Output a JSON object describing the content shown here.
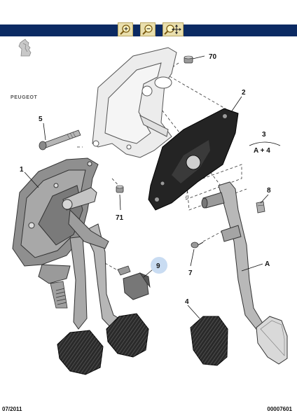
{
  "toolbar": {
    "buttons": [
      {
        "name": "zoom-in",
        "icon": "zoom-in-icon"
      },
      {
        "name": "zoom-out",
        "icon": "zoom-out-icon"
      },
      {
        "name": "pan",
        "icon": "pan-zoom-icon"
      }
    ],
    "bar_color": "#0b2a63"
  },
  "brand": {
    "name": "PEUGEOT"
  },
  "callouts": {
    "c1": "1",
    "c2": "2",
    "c3": "3",
    "c3_sub": "A + 4",
    "c4": "4",
    "c5": "5",
    "c7": "7",
    "c8": "8",
    "c9": "9",
    "c70": "70",
    "c71": "71",
    "cA": "A"
  },
  "highlight_color": "#c9dcf2",
  "footer": {
    "date": "07/2011",
    "code": "00007601"
  }
}
